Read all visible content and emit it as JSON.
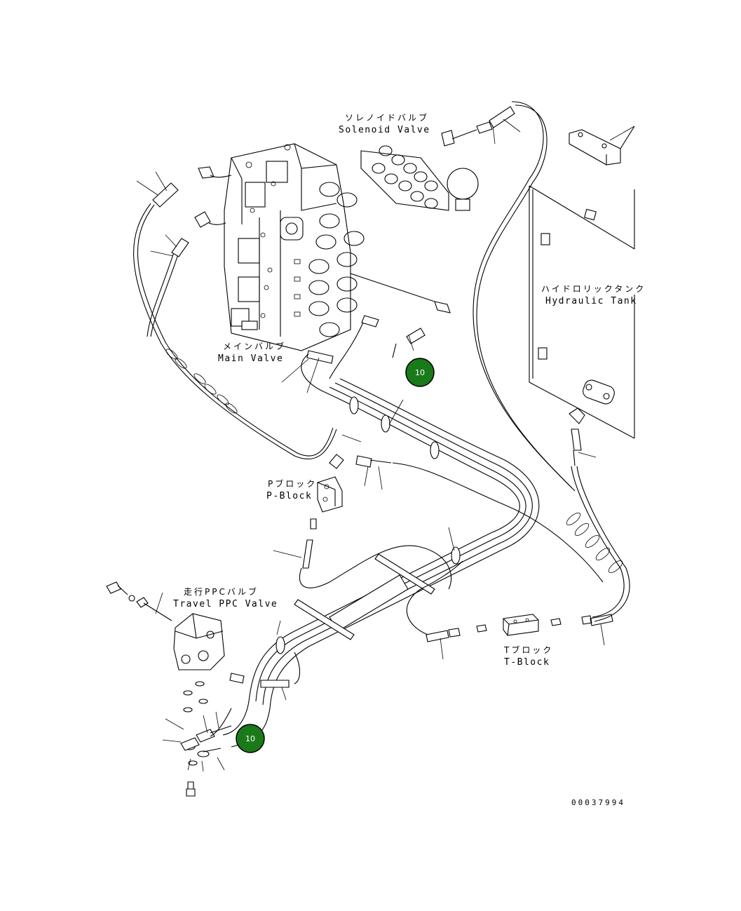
{
  "labels": {
    "solenoid_valve_jp": "ソレノイドバルブ",
    "solenoid_valve_en": "Solenoid Valve",
    "main_valve_jp": "メインバルブ",
    "main_valve_en": "Main Valve",
    "hydraulic_tank_jp": "ハイドロリックタンク",
    "hydraulic_tank_en": "Hydraulic Tank",
    "p_block_jp": "Pブロック",
    "p_block_en": "P-Block",
    "travel_ppc_valve_jp": "走行PPCバルブ",
    "travel_ppc_valve_en": "Travel PPC Valve",
    "t_block_jp": "Tブロック",
    "t_block_en": "T-Block"
  },
  "callouts": [
    {
      "number": "10",
      "color": "#1a7a1a"
    },
    {
      "number": "10",
      "color": "#1a7a1a"
    }
  ],
  "drawing_number": "00037994"
}
